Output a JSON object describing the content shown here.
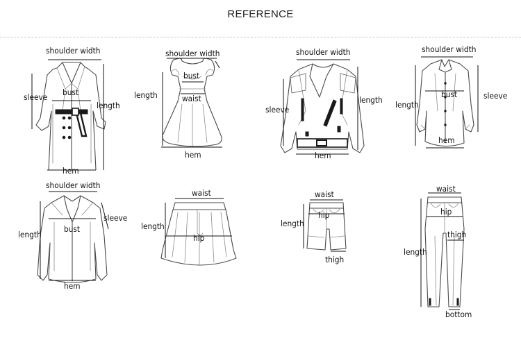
{
  "title": "REFERENCE",
  "garments": [
    {
      "name": "trench-coat",
      "labels": {
        "shoulder": "shoulder width",
        "sleeve": "sleeve",
        "bust": "bust",
        "length": "length",
        "hem": "hem"
      }
    },
    {
      "name": "dress",
      "labels": {
        "shoulder": "shoulder width",
        "bust": "bust",
        "waist": "waist",
        "length": "length",
        "hem": "hem"
      }
    },
    {
      "name": "moto-jacket",
      "labels": {
        "shoulder": "shoulder width",
        "sleeve": "sleeve",
        "length": "length",
        "hem": "hem"
      }
    },
    {
      "name": "shirt",
      "labels": {
        "shoulder": "shoulder width",
        "length": "length",
        "bust": "bust",
        "sleeve": "sleeve",
        "hem": "hem"
      }
    },
    {
      "name": "blazer",
      "labels": {
        "shoulder": "shoulder width",
        "sleeve": "sleeve",
        "length": "length",
        "bust": "bust",
        "hem": "hem"
      }
    },
    {
      "name": "skirt",
      "labels": {
        "waist": "waist",
        "length": "length",
        "hip": "hip"
      }
    },
    {
      "name": "shorts",
      "labels": {
        "waist": "waist",
        "length": "length",
        "hip": "hip",
        "thigh": "thigh"
      }
    },
    {
      "name": "trousers",
      "labels": {
        "waist": "waist",
        "hip": "hip",
        "thigh": "thigh",
        "length": "length",
        "bottom": "bottom"
      }
    }
  ]
}
